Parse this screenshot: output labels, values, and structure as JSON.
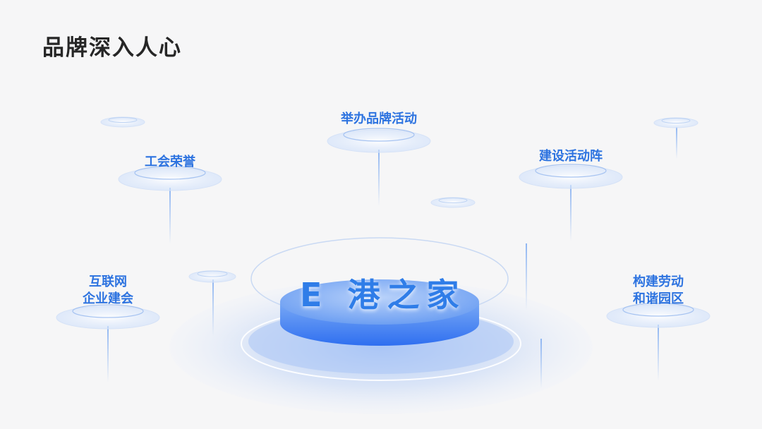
{
  "title": "品牌深入人心",
  "center": {
    "label": "E 港之家"
  },
  "nodes": [
    {
      "id": "brand-activity",
      "lines": [
        "举办品牌活动"
      ]
    },
    {
      "id": "union-honor",
      "lines": [
        "工会荣誉"
      ]
    },
    {
      "id": "activity-front",
      "lines": [
        "建设活动阵"
      ]
    },
    {
      "id": "internet-union",
      "lines": [
        "互联网",
        "企业建会"
      ]
    },
    {
      "id": "harmonious-park",
      "lines": [
        "构建劳动",
        "和谐园区"
      ]
    }
  ],
  "colors": {
    "accent": "#2d73e0",
    "title": "#262626",
    "background": "#f6f6f7"
  }
}
